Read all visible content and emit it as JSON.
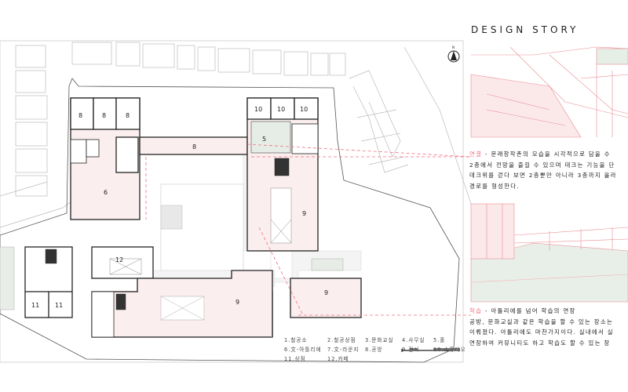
{
  "header": {
    "title": "DESIGN STORY"
  },
  "story": [
    {
      "keyword": "연결",
      "lines": [
        "- 문래창작촌의 모습을 시각적으로 담을 수",
        "2층에서 전망을 즐길 수 있으며 데크는 기능을 단",
        "데크위를 걷다 보면 2층뿐만 아니라 3층까지 올라",
        "경로를 형성한다."
      ]
    },
    {
      "keyword": "학습",
      "lines": [
        "- 아틀리에를 넘어 학습의 연장",
        "공방, 문화교실과 같은 학습을 할 수 있는 장소는",
        "이뤄졌다. 아틀리에도 마찬가지이다. 실내에서 실",
        "연장하여 커뮤니티도 하고 학습도 할 수 있는 장"
      ]
    }
  ],
  "legend": [
    "1.철공소",
    "2.철공상점",
    "3.문화교실",
    "4.사무실",
    "5.홀",
    "6.文-아틀리에",
    "7.文-라운지",
    "8.공방",
    "9.전시",
    "10.스튜디오",
    "11.상점",
    "12.카페"
  ],
  "plan": {
    "north": "N",
    "rooms": {
      "r8a": "8",
      "r8b": "8",
      "r8c": "8",
      "r8d": "8",
      "r10a": "10",
      "r10b": "10",
      "r10c": "10",
      "r5": "5",
      "r6": "6",
      "r9a": "9",
      "r9b": "9",
      "r9c": "9",
      "r12": "12",
      "r11a": "11",
      "r11b": "11"
    }
  },
  "colors": {
    "accent": "#f07080",
    "floor": "#fbeeee",
    "line": "#222222"
  }
}
